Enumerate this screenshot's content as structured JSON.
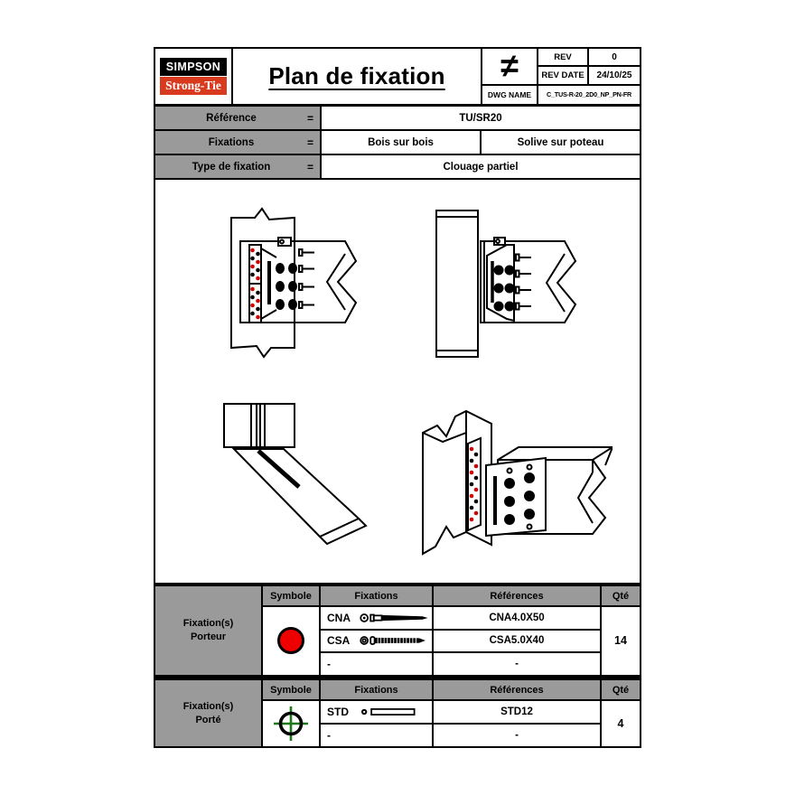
{
  "header": {
    "logo": {
      "top": "SIMPSON",
      "bottom": "Strong-Tie"
    },
    "title": "Plan de fixation",
    "projection_symbol": "≠",
    "rev": {
      "label": "REV",
      "value": "0"
    },
    "rev_date": {
      "label": "REV DATE",
      "value": "24/10/25"
    },
    "dwg": {
      "label": "DWG NAME",
      "value": "C_TUS-R-20_2D0_NP_PN-FR"
    }
  },
  "info_rows": [
    {
      "label": "Référence",
      "eq": "=",
      "values": [
        "TU/SR20"
      ]
    },
    {
      "label": "Fixations",
      "eq": "=",
      "values": [
        "Bois sur bois",
        "Solive sur poteau"
      ]
    },
    {
      "label": "Type de fixation",
      "eq": "=",
      "values": [
        "Clouage partiel"
      ]
    }
  ],
  "tables": [
    {
      "group": [
        "Fixation(s)",
        "Porteur"
      ],
      "headers": [
        "Symbole",
        "Fixations",
        "Références",
        "Qté"
      ],
      "symbol_icon": "red-filled-circle",
      "rows": [
        {
          "code": "CNA",
          "icon": "nail-icon",
          "reference": "CNA4.0X50"
        },
        {
          "code": "CSA",
          "icon": "screw-icon",
          "reference": "CSA5.0X40"
        },
        {
          "code": "-",
          "icon": "",
          "reference": "-"
        }
      ],
      "qty": "14"
    },
    {
      "group": [
        "Fixation(s)",
        "Porté"
      ],
      "headers": [
        "Symbole",
        "Fixations",
        "Références",
        "Qté"
      ],
      "symbol_icon": "green-crosshair-circle",
      "rows": [
        {
          "code": "STD",
          "icon": "dowel-icon",
          "reference": "STD12"
        },
        {
          "code": "-",
          "icon": "",
          "reference": "-"
        }
      ],
      "qty": "4"
    }
  ],
  "colors": {
    "cell_gray": "#9a9a9a",
    "logo_red": "#d83a1e",
    "symbol_red": "#ee0000",
    "symbol_green": "#1a7a1a",
    "line_black": "#000000"
  }
}
